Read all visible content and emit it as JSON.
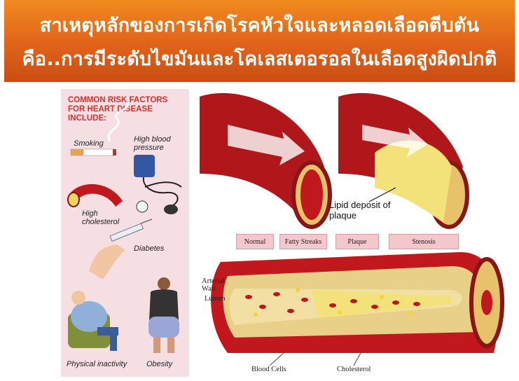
{
  "banner": {
    "line1": "สาเหตุหลักของการเกิดโรคหัวใจและหลอดเลือดตีบตัน",
    "line2": "คือ..การมีระดับไขมันและโคเลสเตอรอลในเลือดสูงผิดปกติ"
  },
  "risk_panel": {
    "heading": [
      "COMMON RISK FACTORS",
      "FOR HEART DISEASE",
      "INCLUDE:"
    ],
    "smoking": "Smoking",
    "high_bp": [
      "High blood",
      "pressure"
    ],
    "high_chol": [
      "High",
      "cholesterol"
    ],
    "diabetes": "Diabetes",
    "inactivity": "Physical inactivity",
    "obesity": "Obesity"
  },
  "artery_caption": [
    "Lipid deposit of",
    "plaque"
  ],
  "stages": {
    "normal": "Normal",
    "fatty": "Fatty Streaks",
    "plaque": "Plaque",
    "stenosis": "Stenosis"
  },
  "labels": {
    "arterial_wall": [
      "Arterial",
      "Wall"
    ],
    "lumen": "Lumen",
    "blood_cells": "Blood Cells",
    "cholesterol": "Cholesterol"
  },
  "colors": {
    "banner": "#e0621a",
    "risk_bg": "#f6dfe3",
    "heading": "#d6312b",
    "artery": "#c0181c",
    "plaque": "#f3e27a"
  }
}
